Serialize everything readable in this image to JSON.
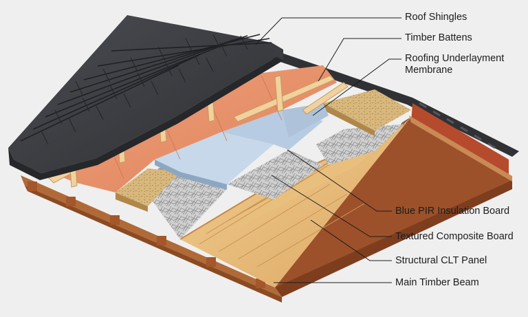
{
  "callouts": [
    {
      "id": "roof-shingles",
      "label": "Roof Shingles"
    },
    {
      "id": "timber-battens",
      "label": "Timber Battens"
    },
    {
      "id": "roofing-underlayment",
      "label": "Roofing Underlayment\nMembrane"
    },
    {
      "id": "pir-insulation",
      "label": "Blue PIR Insulation Board"
    },
    {
      "id": "composite-board",
      "label": "Textured Composite Board"
    },
    {
      "id": "clt-panel",
      "label": "Structural CLT Panel"
    },
    {
      "id": "timber-beam",
      "label": "Main Timber Beam"
    }
  ],
  "colors": {
    "background": "#efefef",
    "shingle": "#3c3e42",
    "underlayment": "#e8936c",
    "batten": "#f0cf9a",
    "pir": "#bdd1e6",
    "composite": "#d4b47a",
    "fibre": "#c2c2c2",
    "clt": "#e7bd7b",
    "beam": "#a85a2e"
  }
}
